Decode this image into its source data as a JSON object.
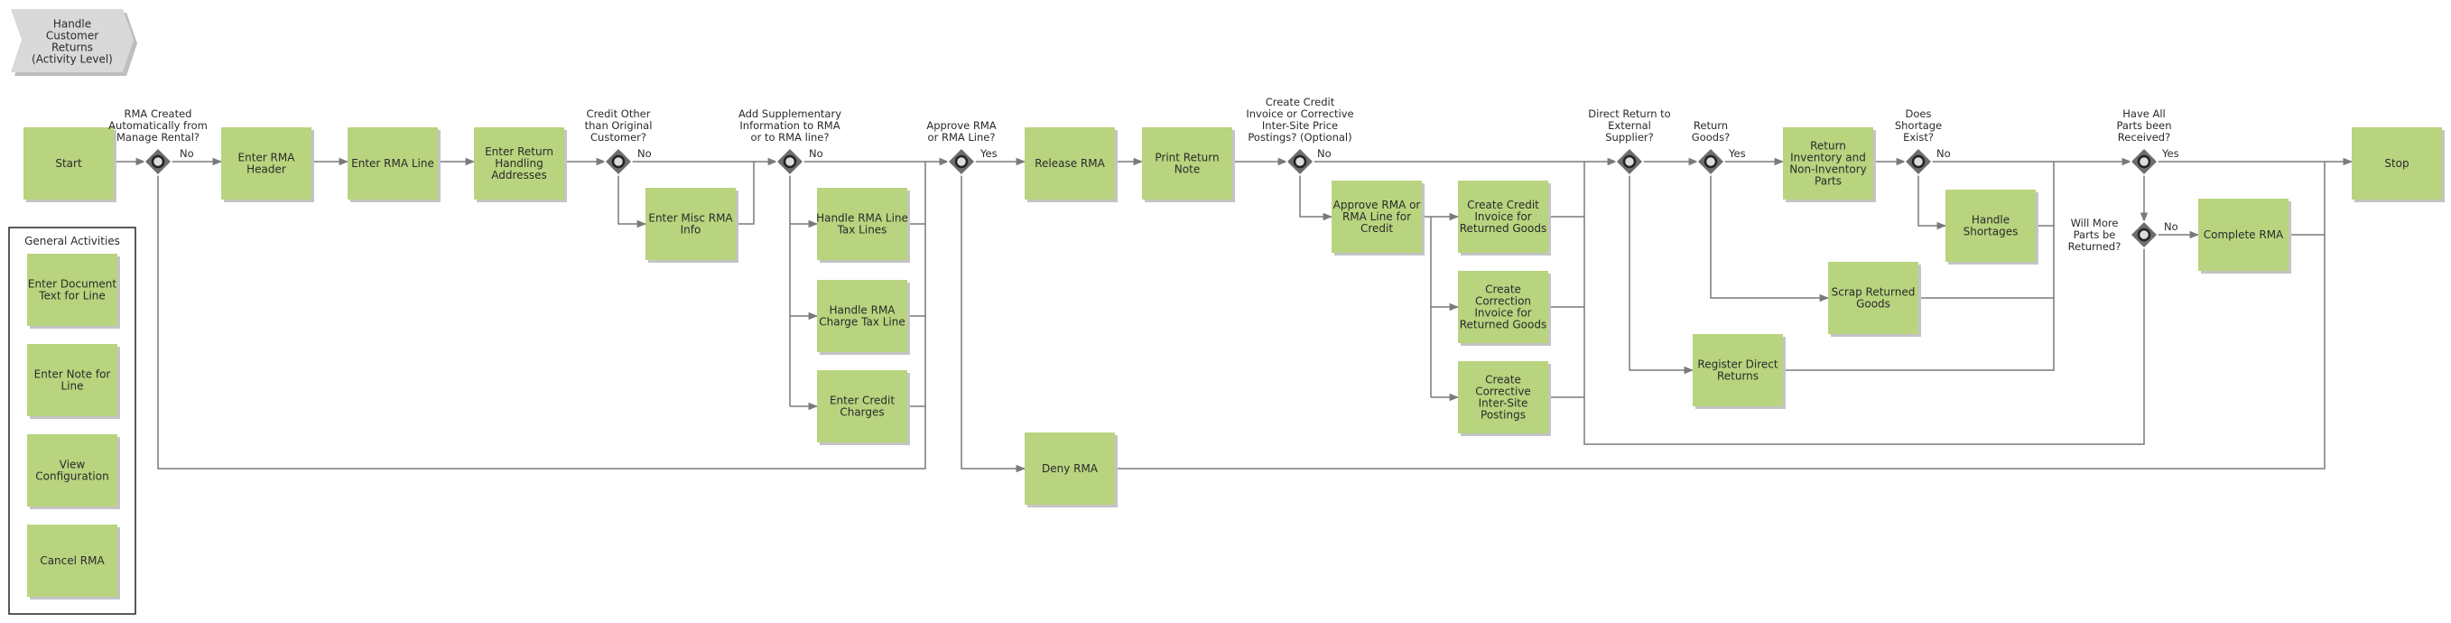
{
  "header": {
    "title": [
      "Handle",
      "Customer",
      "Returns",
      "(Activity Level)"
    ]
  },
  "general_activities": {
    "title": "General Activities",
    "items": [
      {
        "id": "g1",
        "lines": [
          "Enter Document",
          "Text for Line"
        ]
      },
      {
        "id": "g2",
        "lines": [
          "Enter Note for",
          "Line"
        ]
      },
      {
        "id": "g3",
        "lines": [
          "View",
          "Configuration"
        ]
      },
      {
        "id": "g4",
        "lines": [
          "Cancel RMA"
        ]
      }
    ]
  },
  "activities": [
    {
      "id": "start",
      "lines": [
        "Start"
      ]
    },
    {
      "id": "enter-rma-header",
      "lines": [
        "Enter RMA",
        "Header"
      ]
    },
    {
      "id": "enter-rma-line",
      "lines": [
        "Enter RMA Line"
      ]
    },
    {
      "id": "enter-return-handling",
      "lines": [
        "Enter Return",
        "Handling",
        "Addresses"
      ]
    },
    {
      "id": "enter-misc-rma-info",
      "lines": [
        "Enter Misc RMA",
        "Info"
      ]
    },
    {
      "id": "handle-rma-line-tax",
      "lines": [
        "Handle RMA Line",
        "Tax Lines"
      ]
    },
    {
      "id": "handle-rma-charge-tax",
      "lines": [
        "Handle RMA",
        "Charge Tax Line"
      ]
    },
    {
      "id": "enter-credit-charges",
      "lines": [
        "Enter Credit",
        "Charges"
      ]
    },
    {
      "id": "release-rma",
      "lines": [
        "Release RMA"
      ]
    },
    {
      "id": "print-return-note",
      "lines": [
        "Print Return",
        "Note"
      ]
    },
    {
      "id": "deny-rma",
      "lines": [
        "Deny RMA"
      ]
    },
    {
      "id": "approve-rma-line-credit",
      "lines": [
        "Approve RMA or",
        "RMA Line for",
        "Credit"
      ]
    },
    {
      "id": "create-credit-invoice",
      "lines": [
        "Create Credit",
        "Invoice for",
        "Returned Goods"
      ]
    },
    {
      "id": "create-correction-invoice",
      "lines": [
        "Create",
        "Correction",
        "Invoice for",
        "Returned Goods"
      ]
    },
    {
      "id": "create-corrective-intersite",
      "lines": [
        "Create",
        "Corrective",
        "Inter-Site",
        "Postings"
      ]
    },
    {
      "id": "register-direct-returns",
      "lines": [
        "Register Direct",
        "Returns"
      ]
    },
    {
      "id": "return-inventory",
      "lines": [
        "Return",
        "Inventory and",
        "Non-Inventory",
        "Parts"
      ]
    },
    {
      "id": "scrap-returned-goods",
      "lines": [
        "Scrap Returned",
        "Goods"
      ]
    },
    {
      "id": "handle-shortages",
      "lines": [
        "Handle",
        "Shortages"
      ]
    },
    {
      "id": "complete-rma",
      "lines": [
        "Complete RMA"
      ]
    },
    {
      "id": "stop",
      "lines": [
        "Stop"
      ]
    }
  ],
  "gateways": [
    {
      "id": "gw-rma-created",
      "question": [
        "RMA Created",
        "Automatically from",
        "Manage Rental?"
      ]
    },
    {
      "id": "gw-credit-other",
      "question": [
        "Credit Other",
        "than Original",
        "Customer?"
      ]
    },
    {
      "id": "gw-add-supplementary",
      "question": [
        "Add Supplementary",
        "Information to RMA",
        "or to RMA line?"
      ]
    },
    {
      "id": "gw-approve",
      "question": [
        "Approve RMA",
        "or RMA Line?"
      ]
    },
    {
      "id": "gw-create-credit",
      "question": [
        "Create Credit",
        "Invoice or Corrective",
        "Inter-Site Price",
        "Postings? (Optional)"
      ]
    },
    {
      "id": "gw-merge-credit",
      "question": []
    },
    {
      "id": "gw-direct-return",
      "question": [
        "Direct Return to",
        "External",
        "Supplier?"
      ]
    },
    {
      "id": "gw-return-goods",
      "question": [
        "Return",
        "Goods?"
      ]
    },
    {
      "id": "gw-shortage",
      "question": [
        "Does",
        "Shortage",
        "Exist?"
      ]
    },
    {
      "id": "gw-all-parts",
      "question": [
        "Have All",
        "Parts been",
        "Received?"
      ]
    },
    {
      "id": "gw-more-parts",
      "question": [
        "Will More",
        "Parts be",
        "Returned?"
      ]
    }
  ],
  "branch_labels": [
    {
      "id": "bl1",
      "text": "No"
    },
    {
      "id": "bl2",
      "text": "No"
    },
    {
      "id": "bl3",
      "text": "No"
    },
    {
      "id": "bl4",
      "text": "Yes"
    },
    {
      "id": "bl5",
      "text": "No"
    },
    {
      "id": "bl6",
      "text": "Yes"
    },
    {
      "id": "bl7",
      "text": "No"
    },
    {
      "id": "bl8",
      "text": "Yes"
    },
    {
      "id": "bl9",
      "text": "No"
    }
  ]
}
